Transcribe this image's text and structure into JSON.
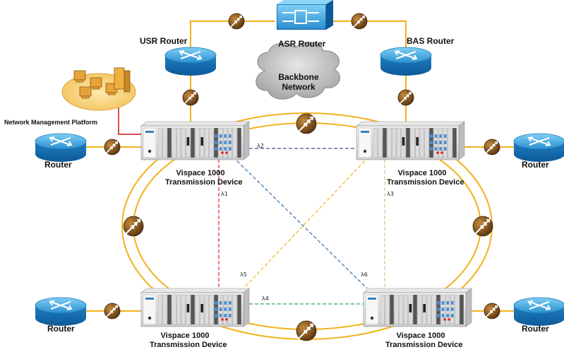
{
  "labels": {
    "usr_router": "USR Router",
    "asr_router": "ASR Router",
    "bas_router": "BAS Router",
    "backbone_line1": "Backbone",
    "backbone_line2": "Network",
    "nmp": "Network Management Platform",
    "router_left_top": "Router",
    "router_right_top": "Router",
    "router_left_bottom": "Router",
    "router_right_bottom": "Router",
    "device_name": "Vispace 1000",
    "device_type": "Transmission Device"
  },
  "wavelengths": {
    "l1": "λ1",
    "l2": "λ2",
    "l3": "λ3",
    "l4": "λ4",
    "l5": "λ5",
    "l6": "λ6"
  },
  "colors": {
    "ring": "#f2b11c",
    "link": "#f2b11c",
    "router_blue": "#2a8fd0",
    "l1": "#e02020",
    "l2": "#6a3d9a",
    "l3": "#c8c88a",
    "l4": "#2aa84a",
    "l5": "#f2b11c",
    "l6": "#2a6fb0",
    "mgmt": "#cc1111"
  }
}
